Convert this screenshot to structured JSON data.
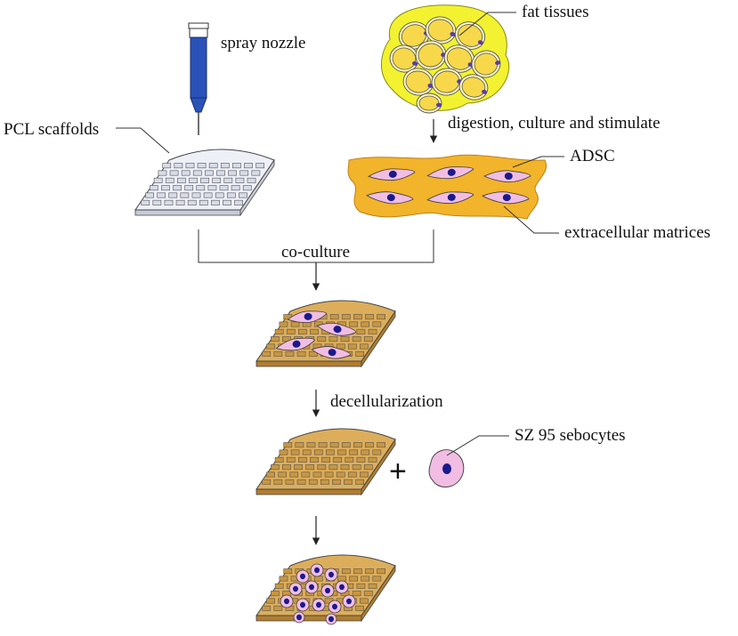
{
  "labels": {
    "spray_nozzle": "spray nozzle",
    "fat_tissues": "fat tissues",
    "pcl_scaffolds": "PCL scaffolds",
    "digestion": "digestion, culture and stimulate",
    "adsc": "ADSC",
    "ecm": "extracellular matrices",
    "coculture": "co-culture",
    "decellularization": "decellularization",
    "sebocytes": "SZ 95 sebocytes",
    "plus": "+"
  },
  "colors": {
    "nozzle_fill": "#2a52b8",
    "fat_background": "#f2f230",
    "fat_cell": "#f7d84a",
    "ecm_sheet": "#f2b42a",
    "scaffold_plain": "#eef0f8",
    "scaffold_ecm": "#dcae5c",
    "cell_pink": "#f2bde3",
    "nucleus": "#1a1a8c"
  }
}
